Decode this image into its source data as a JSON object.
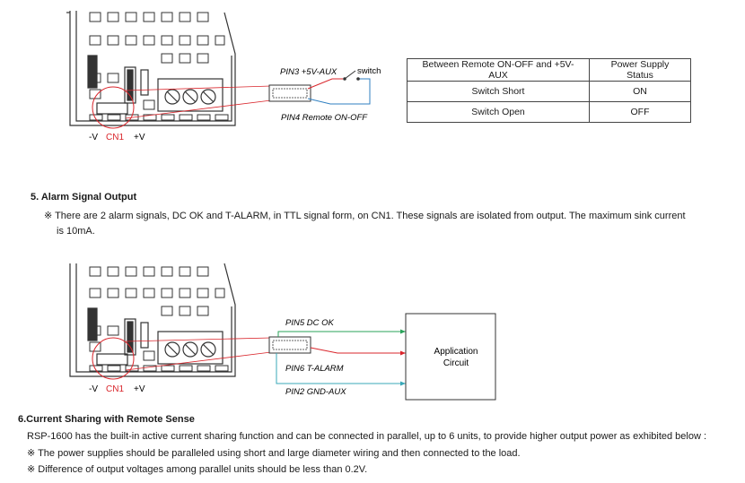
{
  "diagram1": {
    "pin3_label": "PIN3 +5V-AUX",
    "switch_label": "switch",
    "pin4_label": "PIN4 Remote  ON-OFF",
    "minus_v": "-V",
    "cn1": "CN1",
    "plus_v": "+V"
  },
  "table": {
    "headers": [
      "Between Remote ON-OFF and +5V-AUX",
      "Power Supply Status"
    ],
    "rows": [
      [
        "Switch Short",
        "ON"
      ],
      [
        "Switch Open",
        "OFF"
      ]
    ]
  },
  "section5": {
    "heading": "5. Alarm Signal Output",
    "line1": "※ There are 2 alarm signals, DC OK and T-ALARM, in TTL signal form, on CN1. These signals are isolated from output. The maximum sink current",
    "line2": "is 10mA."
  },
  "diagram2": {
    "pin5_label": "PIN5 DC OK",
    "pin6_label": "PIN6 T-ALARM",
    "pin2_label": "PIN2 GND-AUX",
    "app_line1": "Application",
    "app_line2": "Circuit",
    "minus_v": "-V",
    "cn1": "CN1",
    "plus_v": "+V"
  },
  "section6": {
    "heading": "6.Current Sharing with Remote Sense",
    "intro": "RSP-1600 has the built-in active current sharing function and can be connected in parallel, up to 6 units, to provide higher output power as exhibited below :",
    "bullets": [
      "※ The power supplies should be paralleled using short and large diameter wiring and then connected to the load.",
      "※ Difference of output voltages among parallel units should be less than 0.2V."
    ]
  },
  "colors": {
    "red": "#d9252b",
    "green": "#2aa35a",
    "blue": "#2f7fc1",
    "teal": "#39a8b8"
  }
}
